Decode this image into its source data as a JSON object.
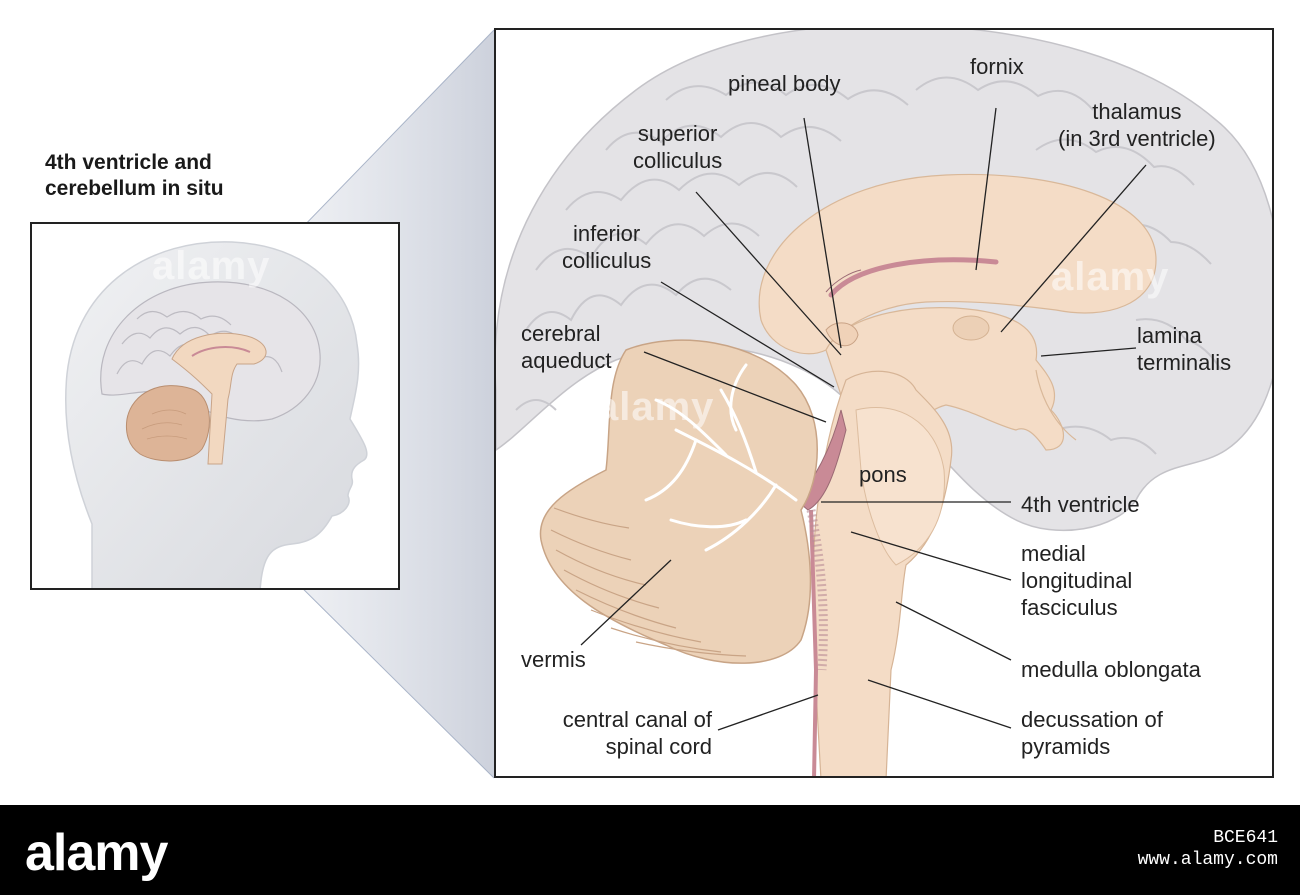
{
  "inset": {
    "title_line1": "4th ventricle and",
    "title_line2": "cerebellum in situ"
  },
  "labels": {
    "pineal_body": "pineal body",
    "fornix": "fornix",
    "superior_colliculus": [
      "superior",
      "colliculus"
    ],
    "thalamus": [
      "thalamus",
      "(in 3rd ventricle)"
    ],
    "inferior_colliculus": [
      "inferior",
      "colliculus"
    ],
    "lamina_terminalis": [
      "lamina",
      "terminalis"
    ],
    "cerebral_aqueduct": [
      "cerebral",
      "aqueduct"
    ],
    "pons": "pons",
    "fourth_ventricle": "4th ventricle",
    "mlf": [
      "medial",
      "longitudinal",
      "fasciculus"
    ],
    "vermis": "vermis",
    "medulla": "medulla oblongata",
    "central_canal": [
      "central canal of",
      "spinal cord"
    ],
    "decussation": [
      "decussation of",
      "pyramids"
    ]
  },
  "watermark": "alamy",
  "footer": {
    "brand": "alamy",
    "image_id": "BCE641",
    "url": "www.alamy.com"
  },
  "colors": {
    "brain_gray": "#e4e3e6",
    "brain_line": "#c4c3c8",
    "tissue": "#f4dcc6",
    "tissue_dark": "#e6c2a6",
    "cerebellum": "#ecd2b8",
    "ventricle": "#c98a96",
    "leader": "#222222",
    "footer_bg": "#000000"
  }
}
